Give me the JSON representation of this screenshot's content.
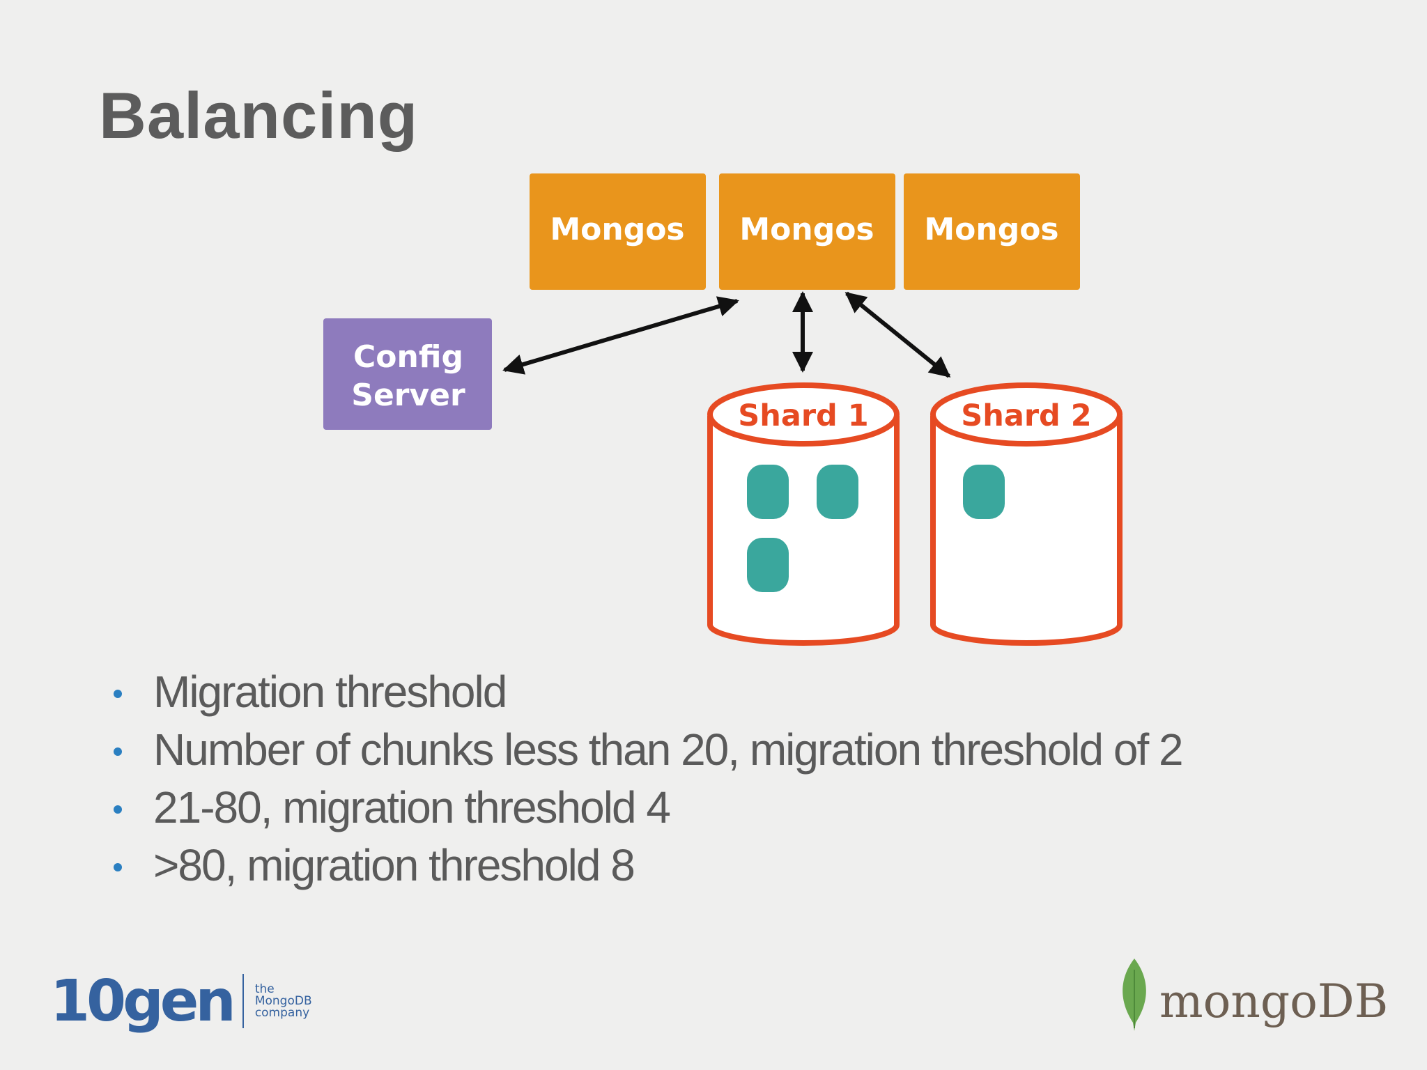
{
  "title": "Balancing",
  "diagram": {
    "mongos": [
      {
        "label": "Mongos"
      },
      {
        "label": "Mongos"
      },
      {
        "label": "Mongos"
      }
    ],
    "config_server": {
      "line1": "Config",
      "line2": "Server"
    },
    "shards": [
      {
        "label": "Shard 1",
        "chunk_count": 3
      },
      {
        "label": "Shard 2",
        "chunk_count": 1
      }
    ],
    "colors": {
      "mongos": "#e9951c",
      "config_server": "#8e7bbd",
      "shard_outline": "#e64a22",
      "chunk": "#3aa79d",
      "arrow": "#111111"
    }
  },
  "bullets": [
    "Migration threshold",
    "Number of chunks less than 20, migration threshold of 2",
    "21-80, migration threshold 4",
    ">80, migration threshold 8"
  ],
  "logos": {
    "left_main": "10gen",
    "left_tag_line1": "the",
    "left_tag_line2": "MongoDB",
    "left_tag_line3": "company",
    "right": "mongoDB"
  }
}
